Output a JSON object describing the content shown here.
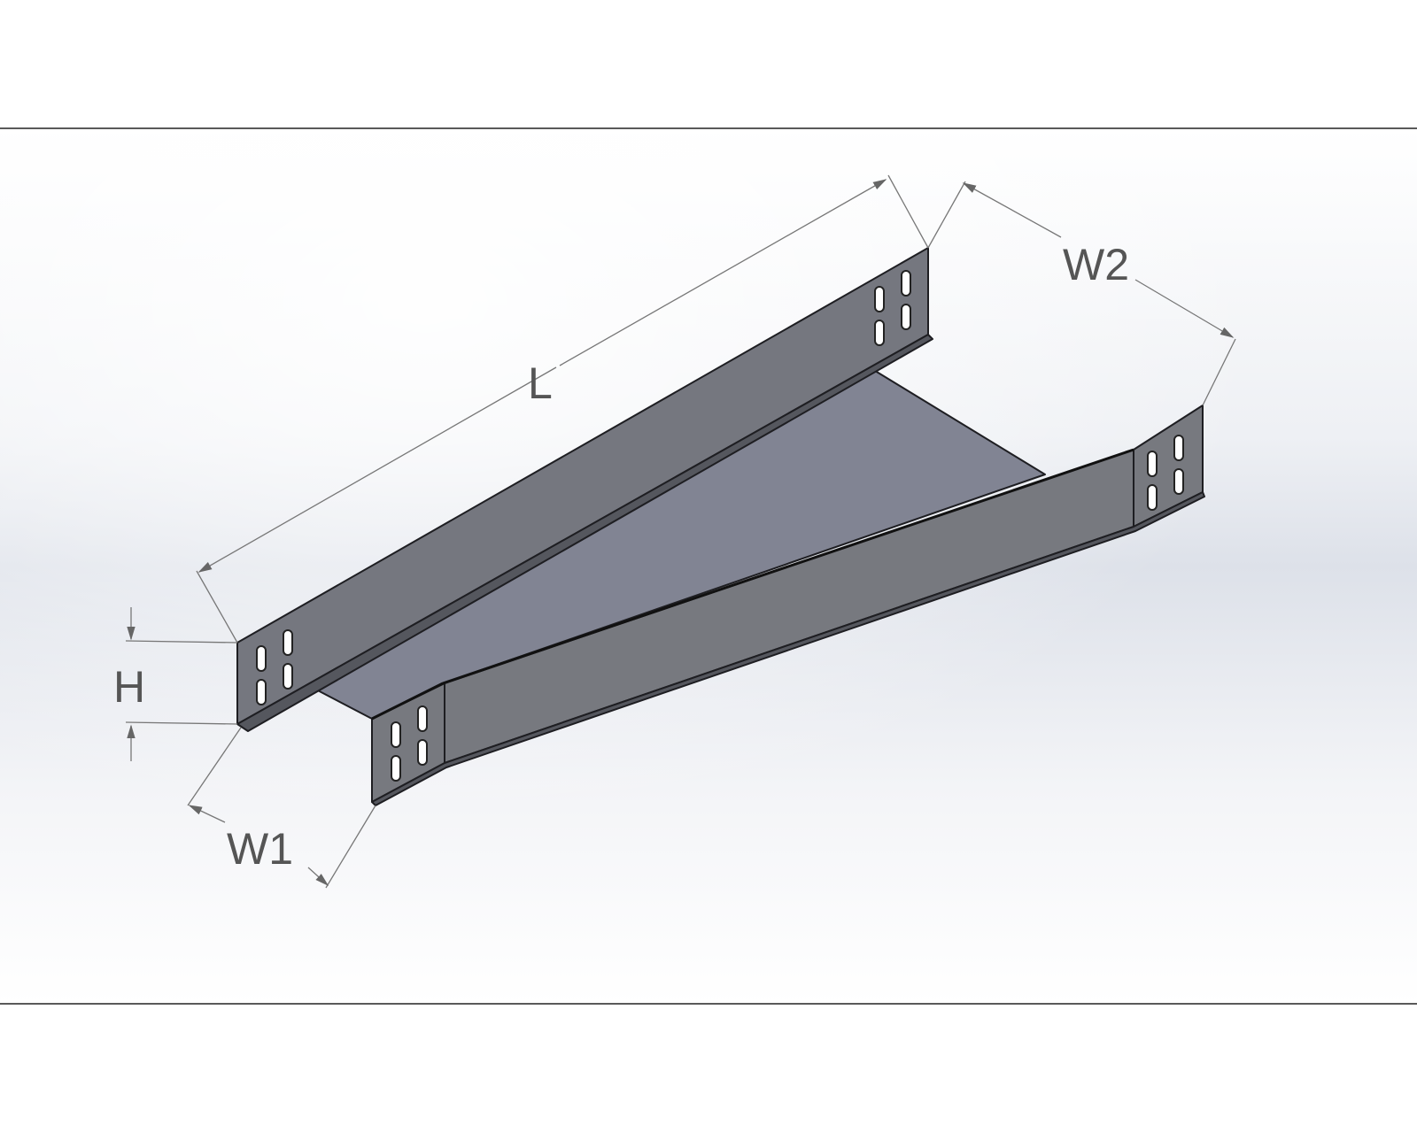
{
  "labels": {
    "length": "L",
    "width_small": "W1",
    "width_large": "W2",
    "height": "H"
  },
  "colors": {
    "background_light": "#f6f7fa",
    "background_shade": "#d9dde6",
    "side_panel": "#74767e",
    "bottom_plate": "#818493",
    "dimension_line": "#777777",
    "dimension_text": "#555555",
    "frame_line": "#222222"
  }
}
